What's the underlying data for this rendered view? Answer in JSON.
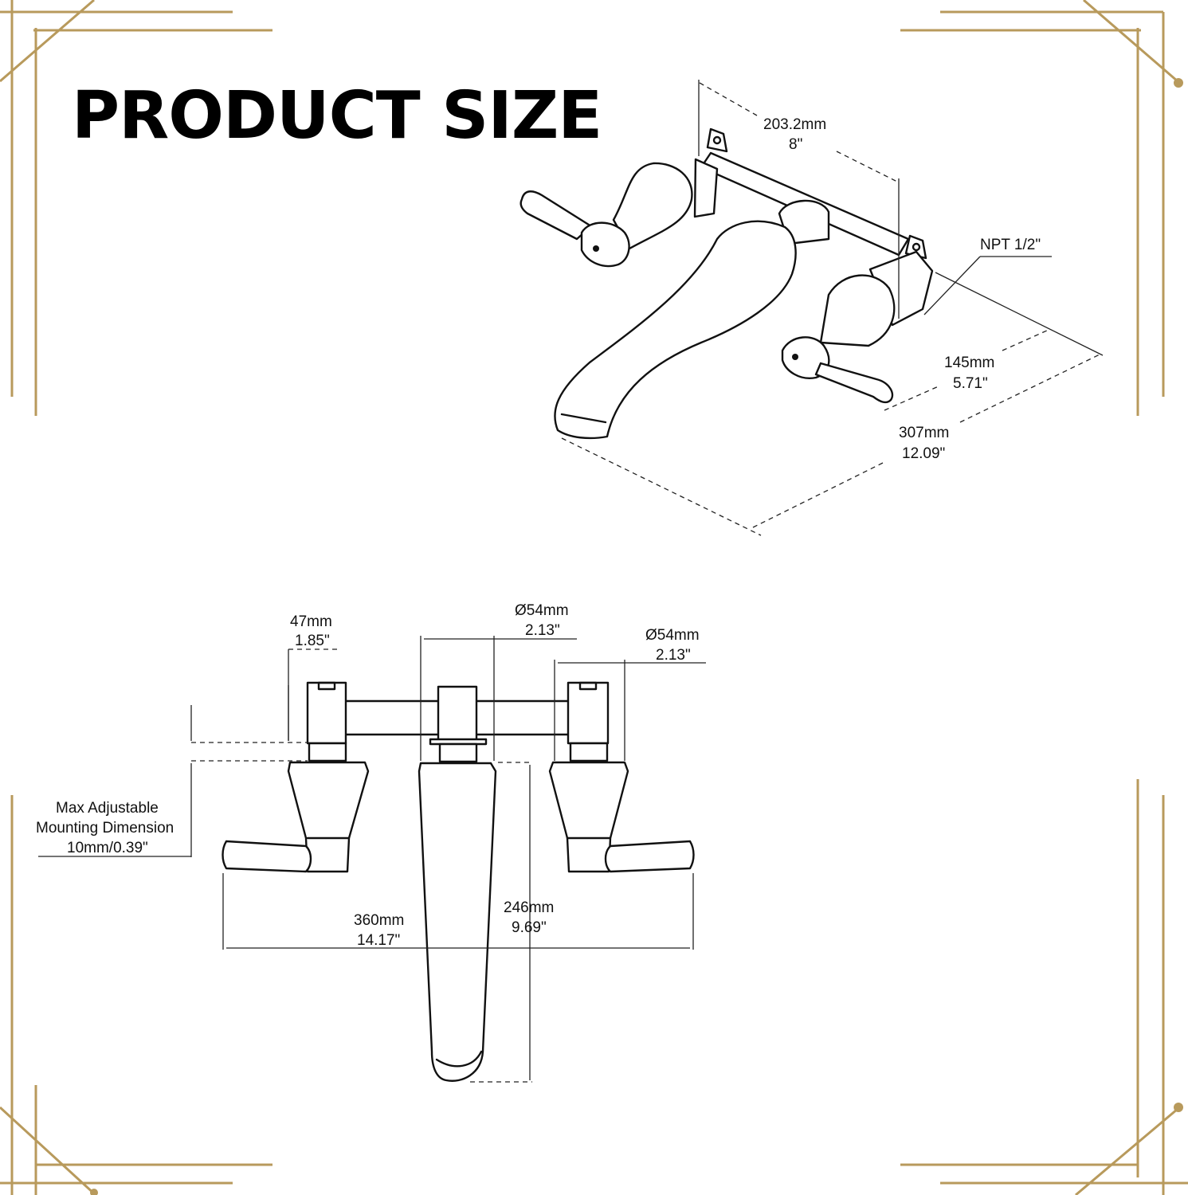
{
  "title": "PRODUCT SIZE",
  "colors": {
    "frame": "#b89a5c",
    "line": "#111111",
    "background": "#ffffff"
  },
  "dimensions": {
    "iso_width": {
      "mm": "203.2mm",
      "inch": "8\""
    },
    "npt": {
      "label": "NPT 1/2\""
    },
    "spout_reach": {
      "mm": "145mm",
      "inch": "5.71\""
    },
    "overall_depth": {
      "mm": "307mm",
      "inch": "12.09\""
    },
    "handle_height": {
      "mm": "47mm",
      "inch": "1.85\""
    },
    "spout_diameter": {
      "mm": "Ø54mm",
      "inch": "2.13\""
    },
    "handle_diameter": {
      "mm": "Ø54mm",
      "inch": "2.13\""
    },
    "mounting": {
      "line1": "Max Adjustable",
      "line2": "Mounting Dimension",
      "line3": "10mm/0.39\""
    },
    "overall_width": {
      "mm": "360mm",
      "inch": "14.17\""
    },
    "spout_height": {
      "mm": "246mm",
      "inch": "9.69\""
    }
  }
}
